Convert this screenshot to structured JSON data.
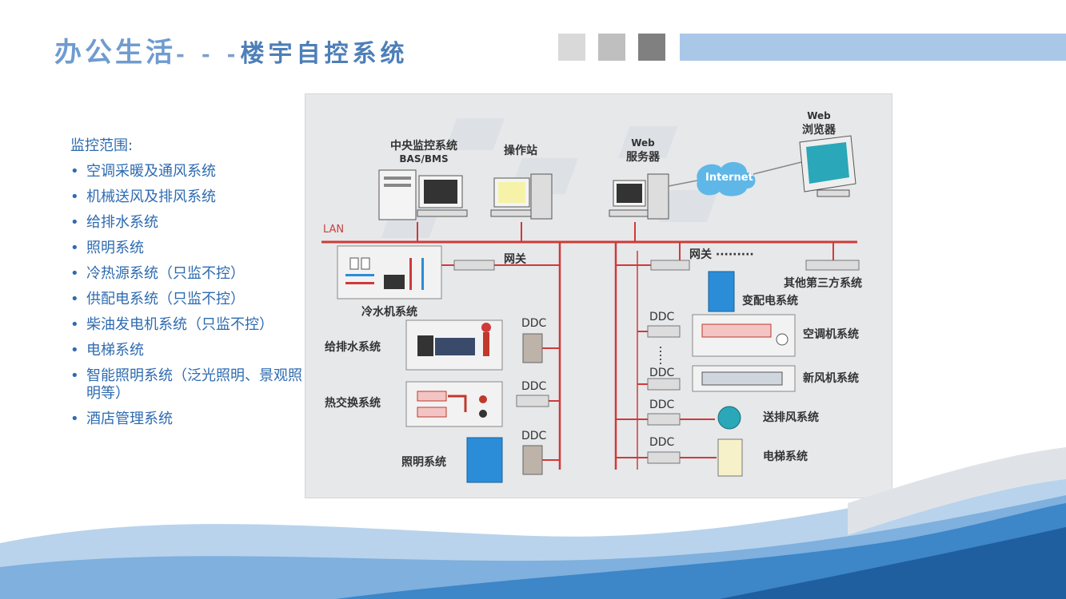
{
  "title": {
    "part1": "办公生活",
    "dashes": "- - -",
    "part2": "楼宇自控系统"
  },
  "scope": {
    "heading": "监控范围:",
    "items": [
      "空调采暖及通风系统",
      "机械送风及排风系统",
      "给排水系统",
      "照明系统",
      "冷热源系统（只监不控）",
      "供配电系统（只监不控）",
      "柴油发电机系统（只监不控）",
      "电梯系统",
      "智能照明系统（泛光照明、景观照明等）",
      "酒店管理系统"
    ]
  },
  "diagram": {
    "central": "中央监控系统",
    "central_sub": "BAS/BMS",
    "operator": "操作站",
    "web_server": "Web\n服务器",
    "web_server_1": "Web",
    "web_server_2": "服务器",
    "browser_1": "Web",
    "browser_2": "浏览器",
    "internet": "Internet",
    "lan": "LAN",
    "gateway_left": "网关",
    "gateway_right": "网关 ·········",
    "third_party": "其他第三方系统",
    "substation": "变配电系统",
    "chiller": "冷水机系统",
    "water": "给排水系统",
    "heat_exchange": "热交换系统",
    "lighting": "照明系统",
    "ddc": "DDC",
    "ahu": "空调机系统",
    "fresh_air": "新风机系统",
    "exhaust": "送排风系统",
    "elevator": "电梯系统"
  },
  "colors": {
    "title_blue": "#6f9bd0",
    "list_blue": "#2e6bb0",
    "lan_red": "#d03a3a",
    "sq_light": "#d9d9d9",
    "sq_mid": "#bfbfbf",
    "sq_dark": "#808080",
    "bar": "#a9c8e8"
  }
}
